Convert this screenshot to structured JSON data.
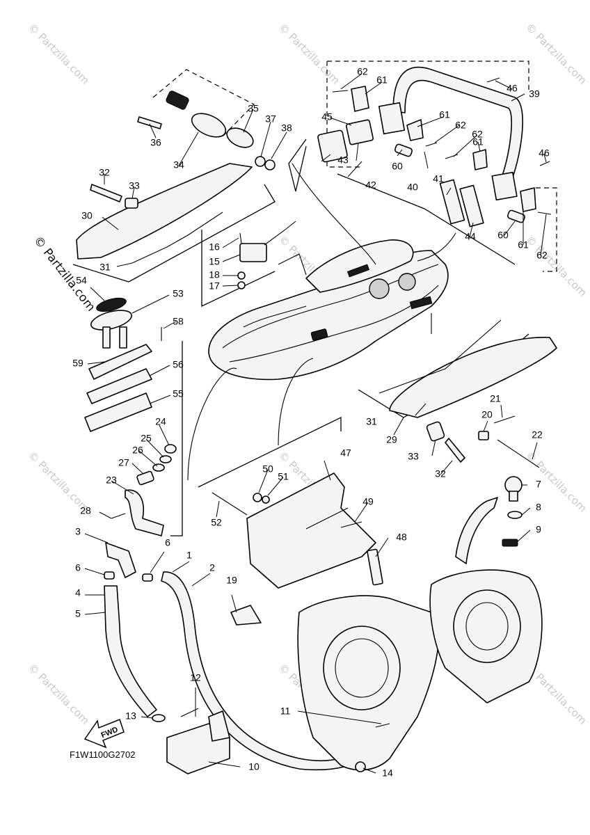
{
  "diagram": {
    "drawing_code": "F1W1100G2702",
    "direction_marker": "FWD",
    "watermark_text": "© Partzilla.com",
    "callouts": [
      "1",
      "2",
      "3",
      "4",
      "5",
      "6",
      "7",
      "8",
      "9",
      "10",
      "11",
      "12",
      "13",
      "14",
      "15",
      "16",
      "17",
      "18",
      "19",
      "20",
      "21",
      "22",
      "23",
      "24",
      "25",
      "26",
      "27",
      "28",
      "29",
      "30",
      "31",
      "32",
      "33",
      "34",
      "35",
      "36",
      "37",
      "38",
      "39",
      "40",
      "41",
      "42",
      "43",
      "44",
      "45",
      "46",
      "47",
      "48",
      "49",
      "50",
      "51",
      "52",
      "53",
      "54",
      "55",
      "56",
      "58",
      "59",
      "60",
      "61",
      "62"
    ]
  }
}
